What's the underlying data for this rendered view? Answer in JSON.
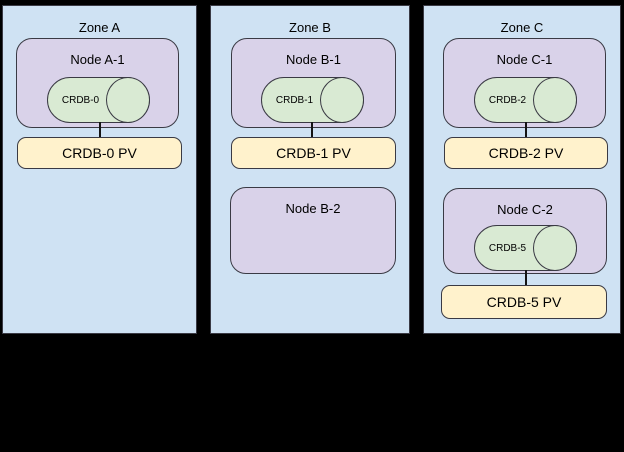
{
  "diagram": {
    "background_color": "#000000",
    "colors": {
      "zone_fill": "#cfe2f3",
      "node_fill": "#d9d2e9",
      "cylinder_fill": "#d9ead3",
      "pv_fill": "#fff2cc",
      "border": "#3a3a44"
    },
    "zones": [
      {
        "label": "Zone A",
        "nodes": [
          {
            "label": "Node A-1",
            "cylinder": "CRDB-0",
            "pv": "CRDB-0 PV"
          }
        ]
      },
      {
        "label": "Zone B",
        "nodes": [
          {
            "label": "Node B-1",
            "cylinder": "CRDB-1",
            "pv": "CRDB-1 PV"
          },
          {
            "label": "Node B-2"
          }
        ]
      },
      {
        "label": "Zone C",
        "nodes": [
          {
            "label": "Node C-1",
            "cylinder": "CRDB-2",
            "pv": "CRDB-2 PV"
          },
          {
            "label": "Node C-2",
            "cylinder": "CRDB-5",
            "pv": "CRDB-5 PV"
          }
        ]
      }
    ]
  }
}
